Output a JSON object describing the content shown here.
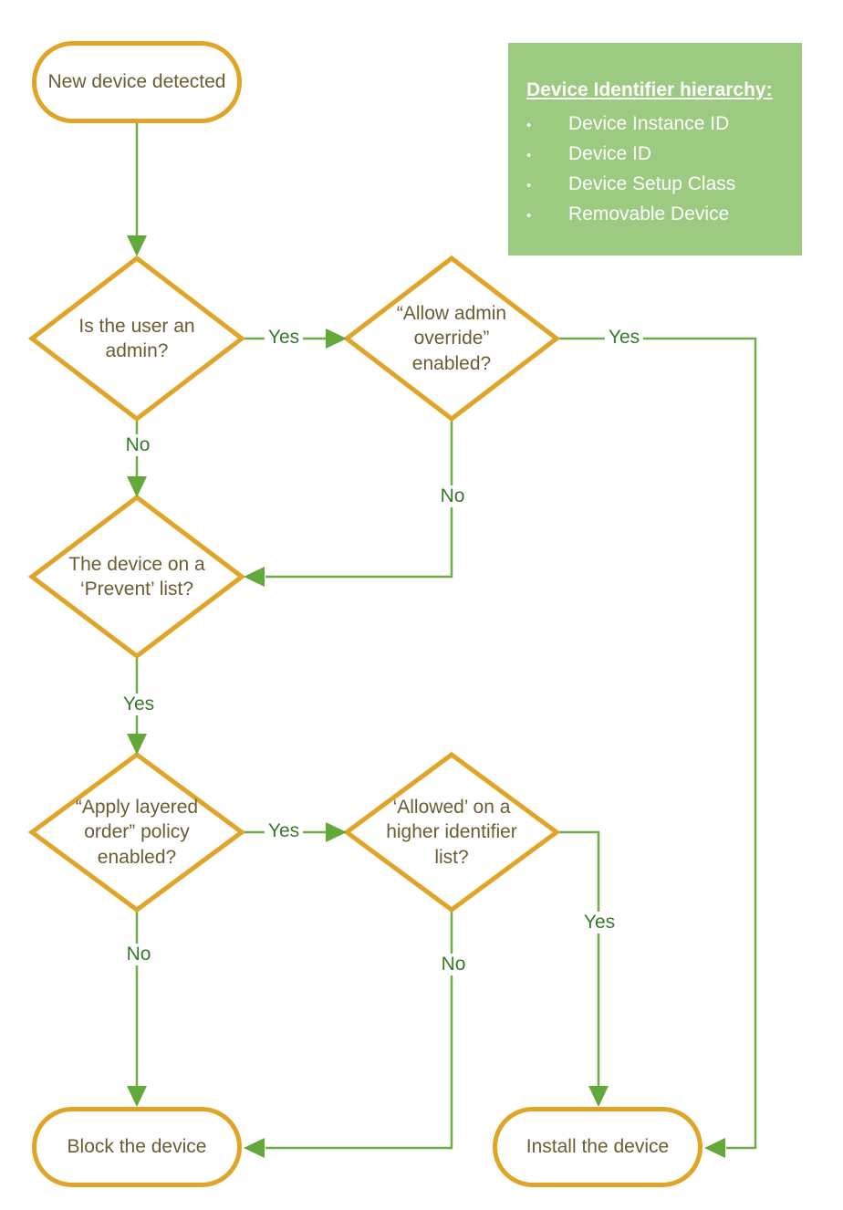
{
  "colors": {
    "shape_border": "#E0A426",
    "connector_green": "#70AD47",
    "arrowhead_green": "#62A83B",
    "edge_label_green": "#38792E",
    "legend_background": "#9CCA80",
    "shape_text": "#6A5D33",
    "legend_text": "#FFFFFF"
  },
  "nodes": {
    "start": {
      "label": "New device detected"
    },
    "d1": {
      "label": "Is the user an admin?"
    },
    "d2": {
      "label": "“Allow admin override” enabled?"
    },
    "d3": {
      "label": "The device on a ‘Prevent’ list?"
    },
    "d4": {
      "label": "“Apply layered order” policy enabled?"
    },
    "d5": {
      "label": "‘Allowed’ on a higher identifier list?"
    },
    "block": {
      "label": "Block the device"
    },
    "install": {
      "label": "Install the device"
    }
  },
  "edges": {
    "d1_to_d2_yes": "Yes",
    "d2_to_install_yes": "Yes",
    "d1_to_d3_no": "No",
    "d2_to_d3_no": "No",
    "d3_to_d4_yes": "Yes",
    "d4_to_d5_yes": "Yes",
    "d5_to_install_yes": "Yes",
    "d4_to_block_no": "No",
    "d5_to_block_no": "No"
  },
  "legend": {
    "title": "Device Identifier hierarchy:",
    "bullet": "•",
    "items": [
      "Device Instance ID",
      "Device ID",
      "Device Setup Class",
      "Removable Device"
    ]
  }
}
